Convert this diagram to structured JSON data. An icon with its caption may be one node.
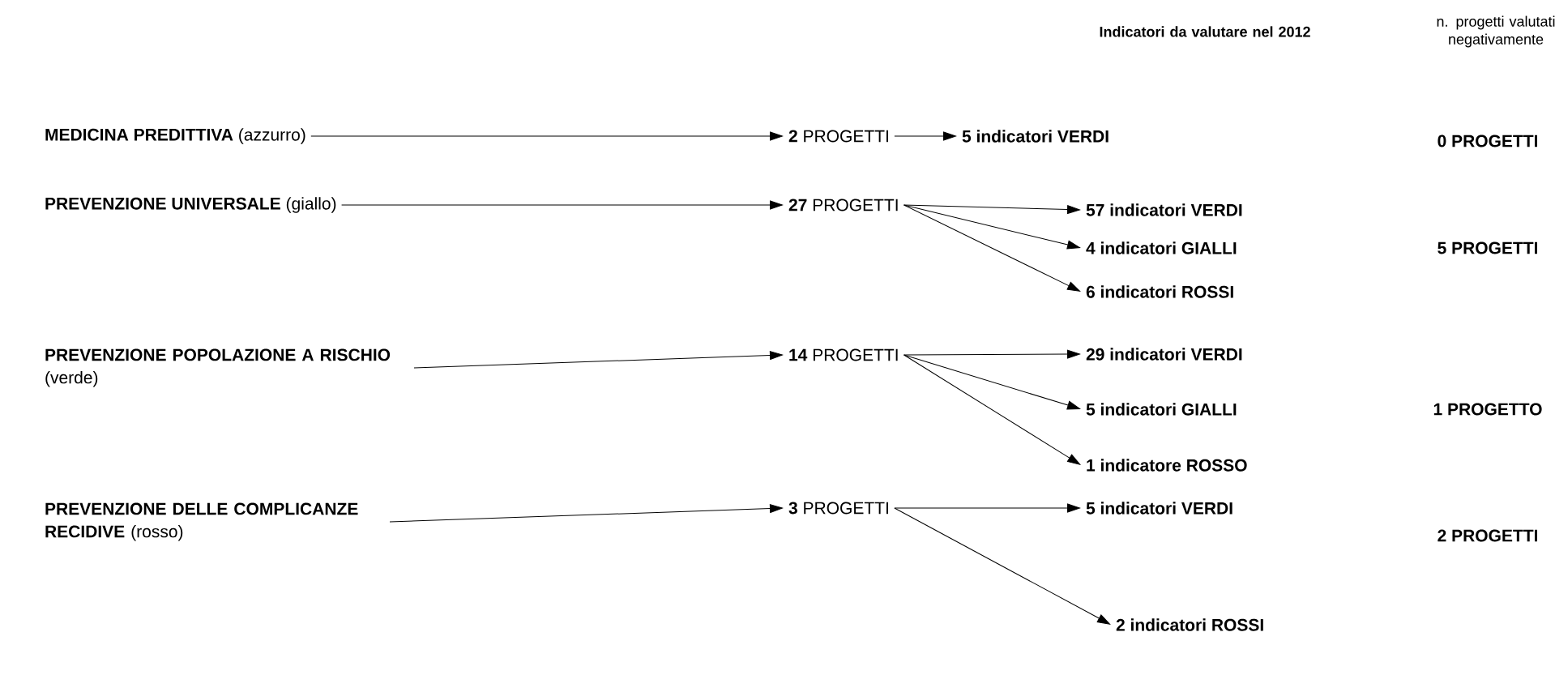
{
  "diagram": {
    "nodes": [
      {
        "text": [
          "**MEDICINA PREDITTIVA** (azzurro)"
        ]
      },
      {
        "text": [
          "**2** PROGETTI"
        ]
      },
      {
        "text": [
          "5 indicatori VERDI"
        ]
      },
      {
        "text": [
          "**PREVENZIONE UNIVERSALE** (giallo)"
        ]
      },
      {
        "text": [
          "**27** PROGETTI"
        ]
      },
      {
        "text": [
          "57 indicatori VERDI"
        ]
      },
      {
        "text": [
          "4 indicatori GIALLI"
        ]
      },
      {
        "text": [
          "6 indicatori ROSSI"
        ]
      },
      {
        "text": [
          "**PREVENZIONE POPOLAZIONE A RISCHIO** (verde)"
        ]
      },
      {
        "text": [
          "**14** PROGETTI"
        ]
      },
      {
        "text": [
          "29 indicatori VERDI"
        ]
      },
      {
        "text": [
          "5 indicatori GIALLI"
        ]
      },
      {
        "text": [
          "1 indicatore ROSSO"
        ]
      },
      {
        "text": [
          "**PREVENZIONE DELLE COMPLICANZE RECIDIVE** (rosso)"
        ]
      },
      {
        "text": [
          "**3** PROGETTI"
        ]
      },
      {
        "text": [
          "5 indicatori VERDI"
        ]
      },
      {
        "text": [
          "2 indicatori ROSSI"
        ]
      }
    ],
    "edges": [
      {
        "from": 0,
        "to": 1,
        "arrow": "to"
      },
      {
        "from": 1,
        "to": 2,
        "arrow": "to"
      },
      {
        "from": 3,
        "to": 4,
        "arrow": "to"
      },
      {
        "from": 4,
        "to": 5,
        "arrow": "to"
      },
      {
        "from": 4,
        "to": 6,
        "arrow": "to"
      },
      {
        "from": 4,
        "to": 7,
        "arrow": "to"
      },
      {
        "from": 8,
        "to": 9,
        "arrow": "to"
      },
      {
        "from": 9,
        "to": 10,
        "arrow": "to"
      },
      {
        "from": 9,
        "to": 11,
        "arrow": "to"
      },
      {
        "from": 9,
        "to": 12,
        "arrow": "to"
      },
      {
        "from": 13,
        "to": 14,
        "arrow": "to"
      },
      {
        "from": 14,
        "to": 15,
        "arrow": "to"
      },
      {
        "from": 14,
        "to": 16,
        "arrow": "to"
      }
    ],
    "labels": [
      "Indicatori da valutare nel 2012",
      "n. progetti valutati negativamente",
      "0 PROGETTI",
      "5 PROGETTI",
      "1 PROGETTO",
      "2 PROGETTI"
    ]
  }
}
